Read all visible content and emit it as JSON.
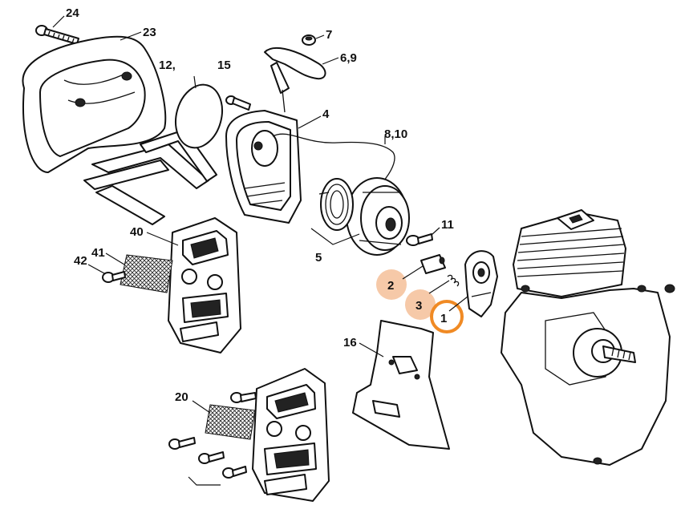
{
  "labels": {
    "l24": "24",
    "l23": "23",
    "l12": "12,",
    "l15": "15",
    "l7": "7",
    "l69": "6,9",
    "l4": "4",
    "l810": "8,10",
    "l11": "11",
    "l5": "5",
    "l40": "40",
    "l41": "41",
    "l42": "42",
    "l2": "2",
    "l3": "3",
    "l1": "1",
    "l16": "16",
    "l20": "20"
  },
  "highlights": {
    "selected_color": "#f08a24",
    "related_color": "#f6c9a8"
  }
}
